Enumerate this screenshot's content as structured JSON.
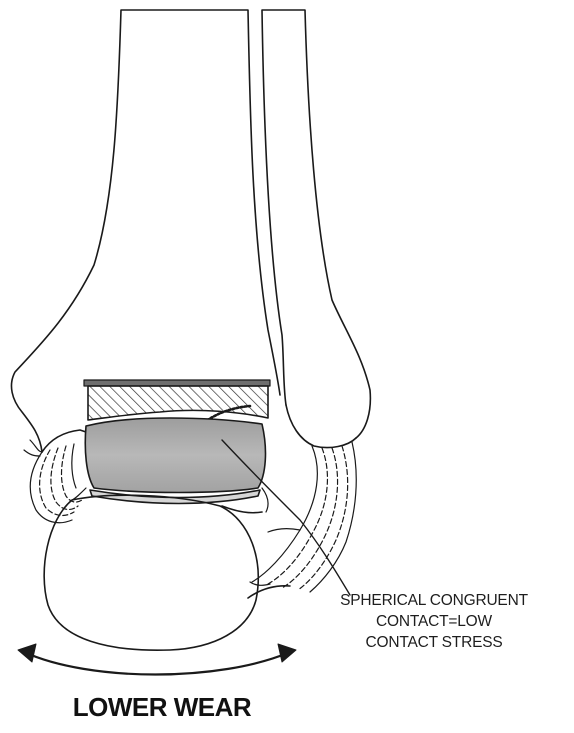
{
  "annotation": {
    "lines": [
      "SPHERICAL CONGRUENT",
      "CONTACT=LOW",
      "CONTACT STRESS"
    ]
  },
  "caption": "LOWER WEAR",
  "colors": {
    "line": "#1a1a1a",
    "bearing_fill": "#a9a9a9",
    "metal_plate": "#6f6f6f",
    "background": "#ffffff"
  }
}
